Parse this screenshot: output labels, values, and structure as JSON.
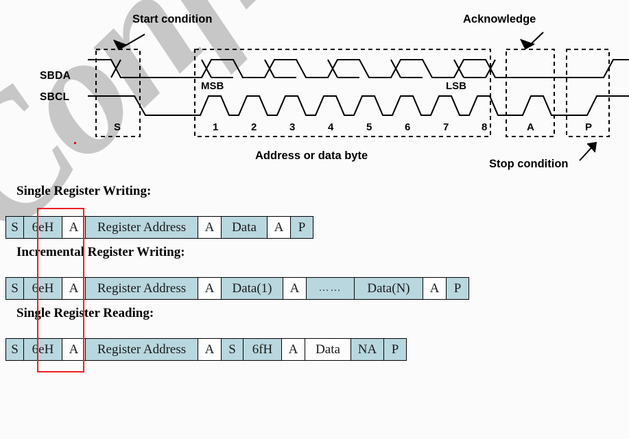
{
  "watermark": {
    "text": "Confide"
  },
  "diagram": {
    "signals": {
      "sbda": "SBDA",
      "sbcl": "SBCL"
    },
    "annotations": {
      "start_condition": "Start condition",
      "acknowledge": "Acknowledge",
      "address_or_data_byte": "Address or data byte",
      "stop_condition": "Stop condition"
    },
    "bit_markers": {
      "msb": "MSB",
      "lsb": "LSB"
    },
    "phase_labels": {
      "start": "S",
      "ack": "A",
      "stop": "P"
    },
    "clock_numbers": [
      "1",
      "2",
      "3",
      "4",
      "5",
      "6",
      "7",
      "8"
    ]
  },
  "sections": [
    {
      "title": "Single Register Writing:",
      "cells": [
        {
          "text": "S",
          "fill": "blue",
          "w": 26
        },
        {
          "text": "6eH",
          "fill": "blue",
          "w": 56
        },
        {
          "text": "A",
          "fill": "white",
          "w": 34
        },
        {
          "text": "Register Address",
          "fill": "blue",
          "w": 164
        },
        {
          "text": "A",
          "fill": "white",
          "w": 34
        },
        {
          "text": "Data",
          "fill": "blue",
          "w": 67
        },
        {
          "text": "A",
          "fill": "white",
          "w": 34
        },
        {
          "text": "P",
          "fill": "blue",
          "w": 32
        }
      ]
    },
    {
      "title": "Incremental Register Writing:",
      "cells": [
        {
          "text": "S",
          "fill": "blue",
          "w": 26
        },
        {
          "text": "6eH",
          "fill": "blue",
          "w": 56
        },
        {
          "text": "A",
          "fill": "white",
          "w": 34
        },
        {
          "text": "Register Address",
          "fill": "blue",
          "w": 164
        },
        {
          "text": "A",
          "fill": "white",
          "w": 34
        },
        {
          "text": "Data(1)",
          "fill": "blue",
          "w": 90
        },
        {
          "text": "A",
          "fill": "white",
          "w": 34
        },
        {
          "text": "……",
          "fill": "blue",
          "w": 70,
          "dots": true
        },
        {
          "text": "Data(N)",
          "fill": "blue",
          "w": 100
        },
        {
          "text": "A",
          "fill": "white",
          "w": 34
        },
        {
          "text": "P",
          "fill": "blue",
          "w": 32
        }
      ]
    },
    {
      "title": "Single Register Reading:",
      "cells": [
        {
          "text": "S",
          "fill": "blue",
          "w": 26
        },
        {
          "text": "6eH",
          "fill": "blue",
          "w": 56
        },
        {
          "text": "A",
          "fill": "white",
          "w": 34
        },
        {
          "text": "Register Address",
          "fill": "blue",
          "w": 164
        },
        {
          "text": "A",
          "fill": "white",
          "w": 34
        },
        {
          "text": "S",
          "fill": "blue",
          "w": 32
        },
        {
          "text": "6fH",
          "fill": "blue",
          "w": 56
        },
        {
          "text": "A",
          "fill": "white",
          "w": 34
        },
        {
          "text": "Data",
          "fill": "white",
          "w": 67
        },
        {
          "text": "NA",
          "fill": "blue",
          "w": 48
        },
        {
          "text": "P",
          "fill": "blue",
          "w": 32
        }
      ]
    }
  ],
  "highlight": {
    "color": "#ee1c25"
  },
  "colors": {
    "cell_blue": "#b9d7df",
    "cell_white": "#fdfdfd",
    "line": "#000000",
    "watermark": "#c7c7c7"
  }
}
